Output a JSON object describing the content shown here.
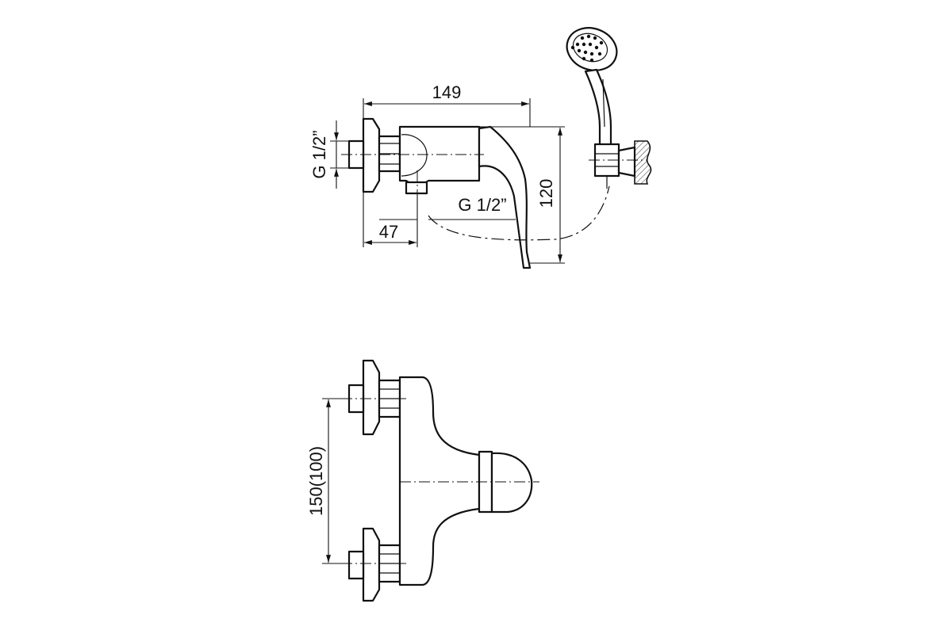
{
  "side_view": {
    "dim_width": "149",
    "dim_height": "120",
    "dim_inlet_offset": "47",
    "thread_inlet": "G 1/2”",
    "thread_outlet": "G 1/2”"
  },
  "front_view": {
    "dim_inlet_spacing": "150(100)"
  }
}
